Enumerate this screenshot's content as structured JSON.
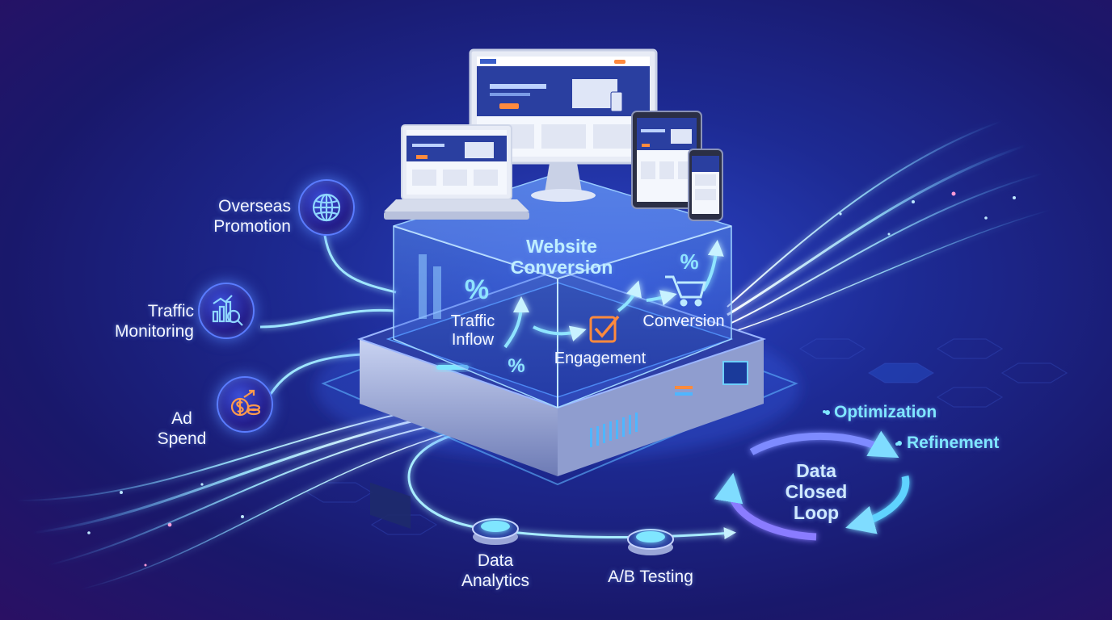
{
  "inputs": {
    "overseas": {
      "line1": "Overseas",
      "line2": "Promotion",
      "icon": "globe-icon"
    },
    "traffic_monitoring": {
      "line1": "Traffic",
      "line2": "Monitoring",
      "icon": "chart-magnifier-icon"
    },
    "ad_spend": {
      "line1": "Ad",
      "line2": "Spend",
      "icon": "dollar-coins-icon"
    }
  },
  "platform": {
    "title_line1": "Website",
    "title_line2": "Conversion",
    "steps": {
      "traffic": {
        "line1": "Traffic",
        "line2": "Inflow"
      },
      "engagement": "Engagement",
      "conversion": "Conversion"
    },
    "percent_symbol": "%"
  },
  "pipeline": {
    "analytics": {
      "line1": "Data",
      "line2": "Analytics"
    },
    "ab_testing": "A/B Testing"
  },
  "loop": {
    "line1": "Data",
    "line2": "Closed",
    "line3": "Loop",
    "optimization": "Optimization",
    "refinement": "Refinement"
  },
  "colors": {
    "accent_cyan": "#6fe3ff",
    "accent_orange": "#ff8a3d",
    "background_deep": "#1a1a6e"
  }
}
